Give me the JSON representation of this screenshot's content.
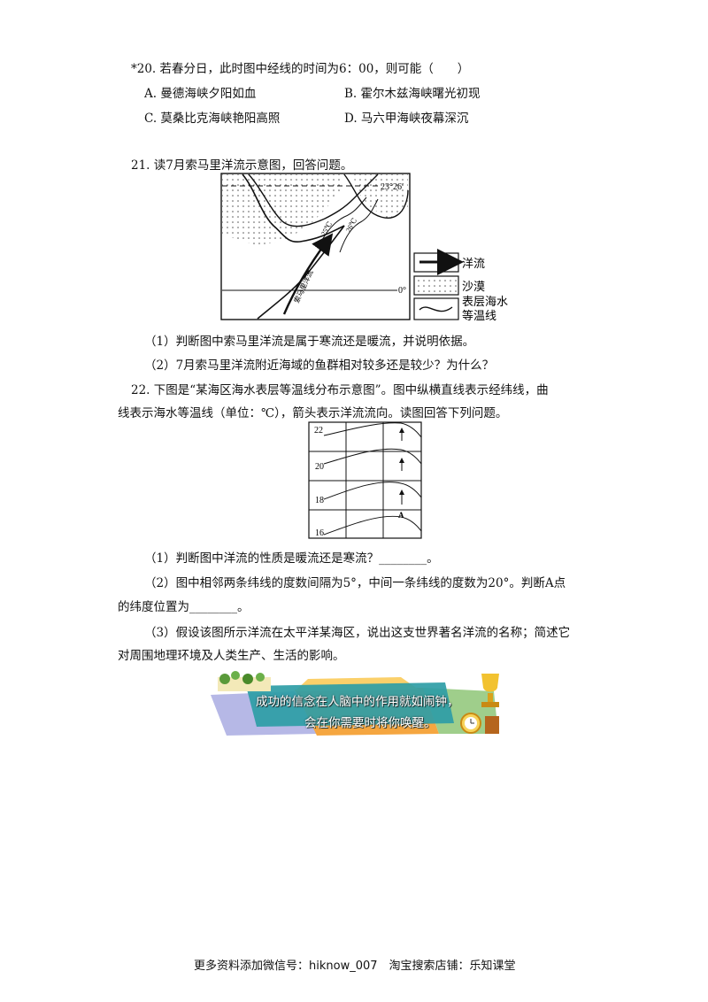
{
  "q20": {
    "stem": "*20. 若春分日，此时图中经线的时间为6：00，则可能（　　）",
    "options": [
      "A. 曼德海峡夕阳如血",
      "B. 霍尔木兹海峡曙光初现",
      "C. 莫桑比克海峡艳阳高照",
      "D. 马六甲海峡夜幕深沉"
    ]
  },
  "q21": {
    "stem": "21. 读7月索马里洋流示意图，回答问题。",
    "map": {
      "lat_label_top": "23°26′",
      "lat_label_equator": "0°",
      "current_label": "索马里洋流",
      "isotherm_label_1": "25℃",
      "isotherm_label_2": "26℃"
    },
    "legend": [
      {
        "icon": "arrow",
        "label": "洋流"
      },
      {
        "icon": "dots",
        "label": "沙漠"
      },
      {
        "icon": "wave",
        "label": "表层海水\n等温线"
      }
    ],
    "sub1": "（1）判断图中索马里洋流是属于寒流还是暖流，并说明依据。",
    "sub2": "（2）7月索马里洋流附近海域的鱼群相对较多还是较少？为什么？"
  },
  "q22": {
    "stem_line1": "22. 下图是“某海区海水表层等温线分布示意图”。图中纵横直线表示经纬线，曲",
    "stem_line2": "线表示海水等温线（单位：℃），箭头表示洋流流向。读图回答下列问题。",
    "figure": {
      "isotherm_labels": [
        "22",
        "20",
        "18",
        "16"
      ],
      "point_label": "A"
    },
    "sub1": "（1）判断图中洋流的性质是暖流还是寒流？________。",
    "sub2_line1": "（2）图中相邻两条纬线的度数间隔为5°，中间一条纬线的度数为20°。判断A点",
    "sub2_line2": "的纬度位置为________。",
    "sub3_line1": "（3）假设该图所示洋流在太平洋某海区，说出这支世界著名洋流的名称；简述它",
    "sub3_line2": "对周围地理环境及人类生产、生活的影响。"
  },
  "banner": {
    "line1": "成功的信念在人脑中的作用就如闹钟，",
    "line2": "会在你需要时将你唤醒。"
  },
  "footer": "更多资料添加微信号：hiknow_007　淘宝搜索店铺：乐知课堂"
}
